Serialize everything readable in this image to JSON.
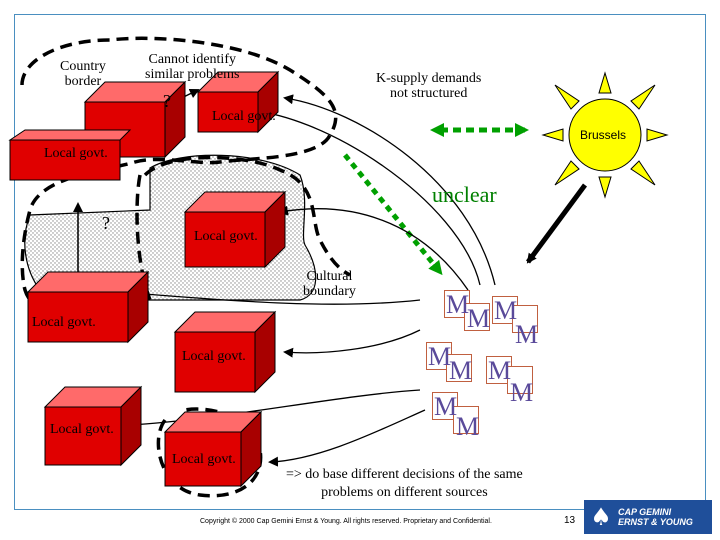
{
  "labels": {
    "country_border": "Country\nborder",
    "cannot_identify": "Cannot identify\nsimilar problems",
    "question_top": "?",
    "question_left": "?",
    "k_supply": "K-supply demands\nnot structured",
    "brussels": "Brussels",
    "unclear": "unclear",
    "cultural_boundary": "Cultural\nboundary",
    "conclusion": "=> do base different decisions of the same\nproblems on different sources"
  },
  "local_govts": [
    {
      "label": "Local govt."
    },
    {
      "label": "Local govt."
    },
    {
      "label": "Local govt."
    },
    {
      "label": "Local govt."
    },
    {
      "label": "Local govt."
    },
    {
      "label": "Local govt."
    },
    {
      "label": "Local govt."
    }
  ],
  "m_letter": "M",
  "footer": {
    "copyright": "Copyright © 2000 Cap Gemini Ernst & Young. All rights reserved. Proprietary and Confidential.",
    "page": "13",
    "logo_line1": "CAP GEMINI",
    "logo_line2": "ERNST & YOUNG"
  },
  "colors": {
    "box_fill": "#e00000",
    "box_top": "#ff6a6a",
    "box_side": "#a80000",
    "sun": "#ffff00",
    "arrow_green": "#00a000",
    "unclear_text": "#008000",
    "frame": "#4a8fc0"
  }
}
